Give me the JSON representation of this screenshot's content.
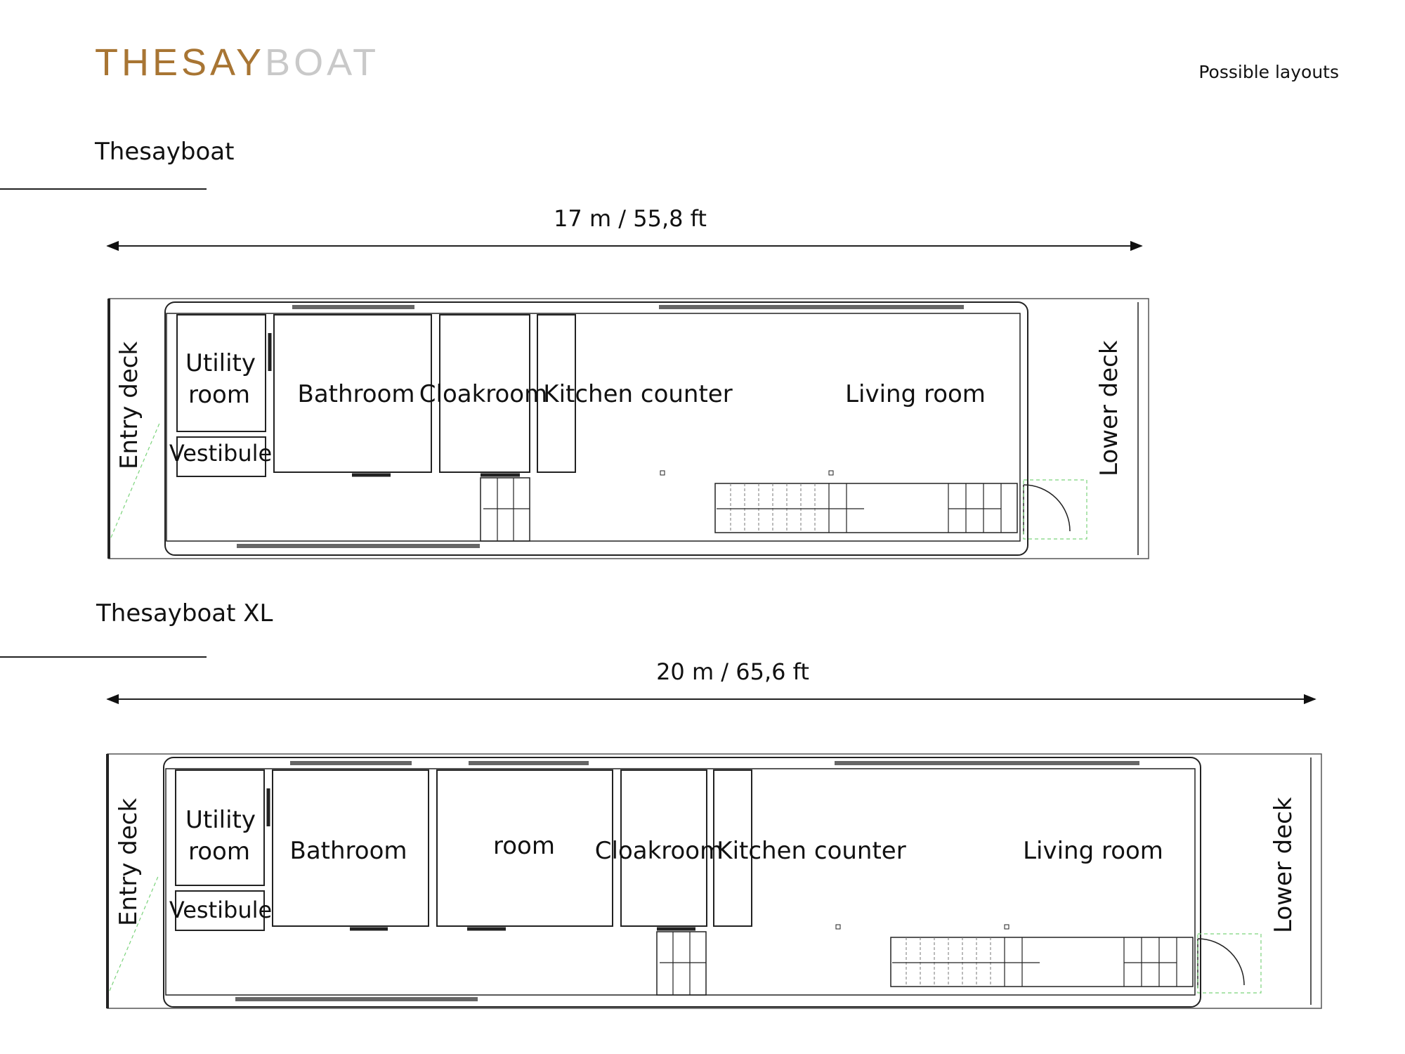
{
  "brand": {
    "part1": "THESAY",
    "part2": "BOAT",
    "color1": "#a87533",
    "color2": "#c9c9c9"
  },
  "header": {
    "right_label": "Possible layouts"
  },
  "plans": [
    {
      "title": "Thesayboat",
      "dimension": "17 m / 55,8 ft",
      "rooms": {
        "entry_deck": "Entry deck",
        "utility1": "Utility",
        "utility2": "room",
        "vestibule": "Vestibule",
        "bathroom": "Bathroom",
        "cloakroom": "Cloakroom",
        "kitchen": "Kitchen counter",
        "living": "Living room",
        "lower_deck": "Lower deck"
      }
    },
    {
      "title": "Thesayboat XL",
      "dimension": "20 m / 65,6 ft",
      "rooms": {
        "entry_deck": "Entry deck",
        "utility1": "Utility",
        "utility2": "room",
        "vestibule": "Vestibule",
        "bathroom": "Bathroom",
        "extra_room": "room",
        "cloakroom": "Cloakroom",
        "kitchen": "Kitchen counter",
        "living": "Living room",
        "lower_deck": "Lower deck"
      }
    }
  ]
}
